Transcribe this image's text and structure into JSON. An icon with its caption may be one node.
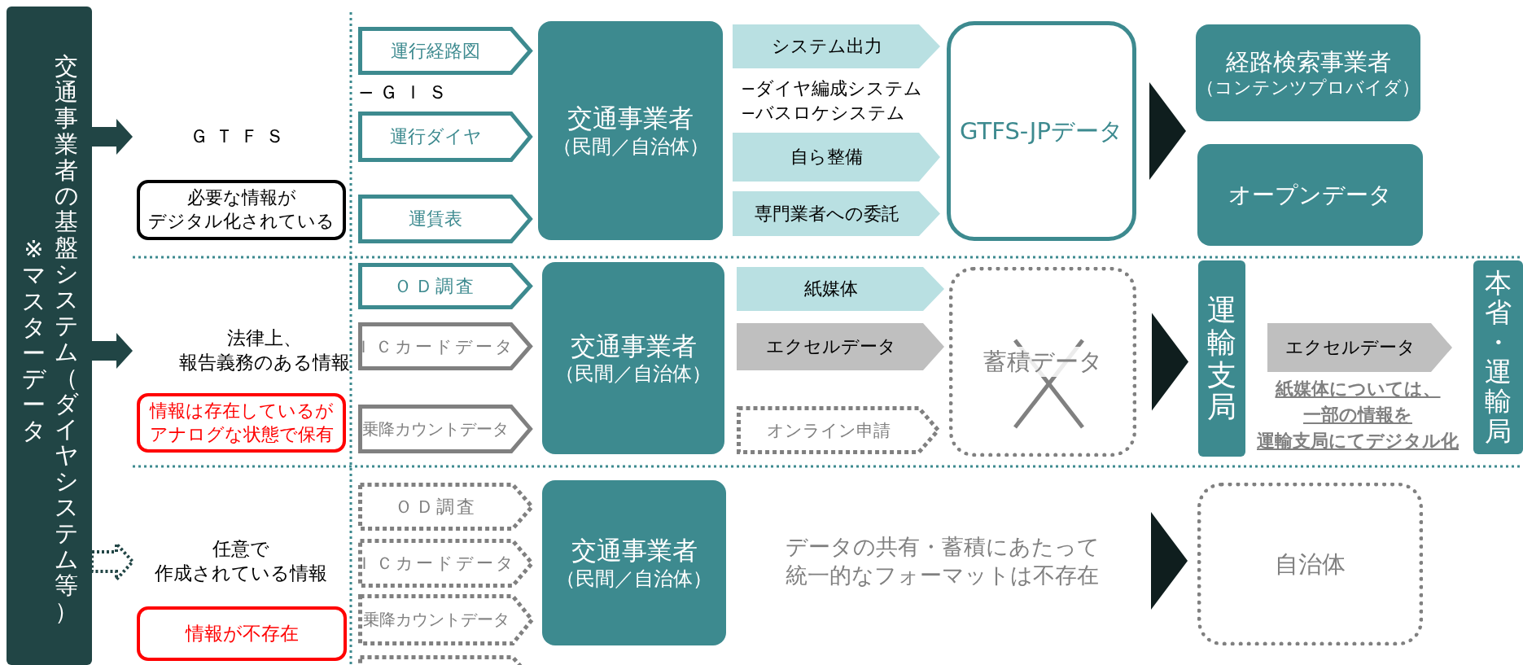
{
  "diagram": {
    "nodes": [
      {
        "text": [
          "※マスターデータ",
          "交通事業者の基盤システム（ダイヤシステム等）"
        ]
      },
      {
        "text": [
          "ＧＴＦＳ"
        ]
      },
      {
        "text": [
          "必要な情報がデジタル化されている"
        ]
      },
      {
        "text": [
          "運行経路図"
        ]
      },
      {
        "text": [
          "運行ダイヤ"
        ]
      },
      {
        "text": [
          "運賃表"
        ]
      },
      {
        "text": [
          "交通事業者",
          "（民間／自治体）"
        ]
      },
      {
        "text": [
          "システム出力"
        ]
      },
      {
        "text": [
          "自ら整備"
        ]
      },
      {
        "text": [
          "専門業者への委託"
        ]
      },
      {
        "text": [
          "GTFS-JPデータ"
        ]
      },
      {
        "text": [
          "経路検索事業者",
          "（コンテンツプロバイダ）"
        ]
      },
      {
        "text": [
          "オープンデータ"
        ]
      },
      {
        "text": [
          "法律上、報告義務のある情報"
        ]
      },
      {
        "text": [
          "情報は存在しているがアナログな状態で保有"
        ]
      },
      {
        "text": [
          "ＯＤ調査"
        ]
      },
      {
        "text": [
          "ＩＣカードデータ"
        ]
      },
      {
        "text": [
          "乗降カウントデータ"
        ]
      },
      {
        "text": [
          "交通事業者",
          "（民間／自治体）"
        ]
      },
      {
        "text": [
          "紙媒体"
        ]
      },
      {
        "text": [
          "エクセルデータ"
        ]
      },
      {
        "text": [
          "オンライン申請"
        ]
      },
      {
        "text": [
          "蓄積データ"
        ]
      },
      {
        "text": [
          "運輸支局"
        ]
      },
      {
        "text": [
          "エクセルデータ"
        ]
      },
      {
        "text": [
          "本省・運輸局"
        ]
      },
      {
        "text": [
          "任意で作成されている情報"
        ]
      },
      {
        "text": [
          "情報が不存在"
        ]
      },
      {
        "text": [
          "ＯＤ調査"
        ]
      },
      {
        "text": [
          "ＩＣカードデータ"
        ]
      },
      {
        "text": [
          "乗降カウントデータ"
        ]
      },
      {
        "text": [],
        "shape": "box"
      },
      {
        "text": [
          "交通事業者",
          "（民間／自治体）"
        ]
      },
      {
        "text": [
          "データの共有・蓄積にあたって統一的なフォーマットは不存在"
        ]
      },
      {
        "text": [
          "自治体"
        ]
      }
    ],
    "edges": [
      {
        "from": 0,
        "to": 1,
        "arrow": "to"
      },
      {
        "from": 0,
        "to": 13,
        "arrow": "to"
      },
      {
        "from": 0,
        "to": 26,
        "arrow": "to",
        "style": "dashed"
      },
      {
        "from": 10,
        "to": 11,
        "arrow": "to"
      },
      {
        "from": 10,
        "to": 12,
        "arrow": "to"
      },
      {
        "from": 22,
        "to": 23,
        "arrow": "to"
      },
      {
        "from": 33,
        "to": 34,
        "arrow": "to"
      }
    ],
    "labels": [
      "−ＧＩＳ",
      "−ダイヤ編成システム",
      "−バスロケシステム",
      "紙媒体については、一部の情報を運輸支局にてデジタル化"
    ]
  }
}
